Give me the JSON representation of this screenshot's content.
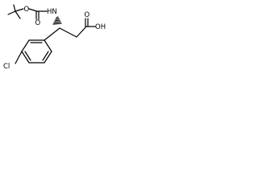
{
  "molecule": {
    "atoms": {
      "nh": "HN",
      "o_carbonyl": "O",
      "o_ester": "O",
      "o_acid": "O",
      "oh_acid": "OH",
      "chlorine": "Cl"
    },
    "line_color": "#000000"
  }
}
